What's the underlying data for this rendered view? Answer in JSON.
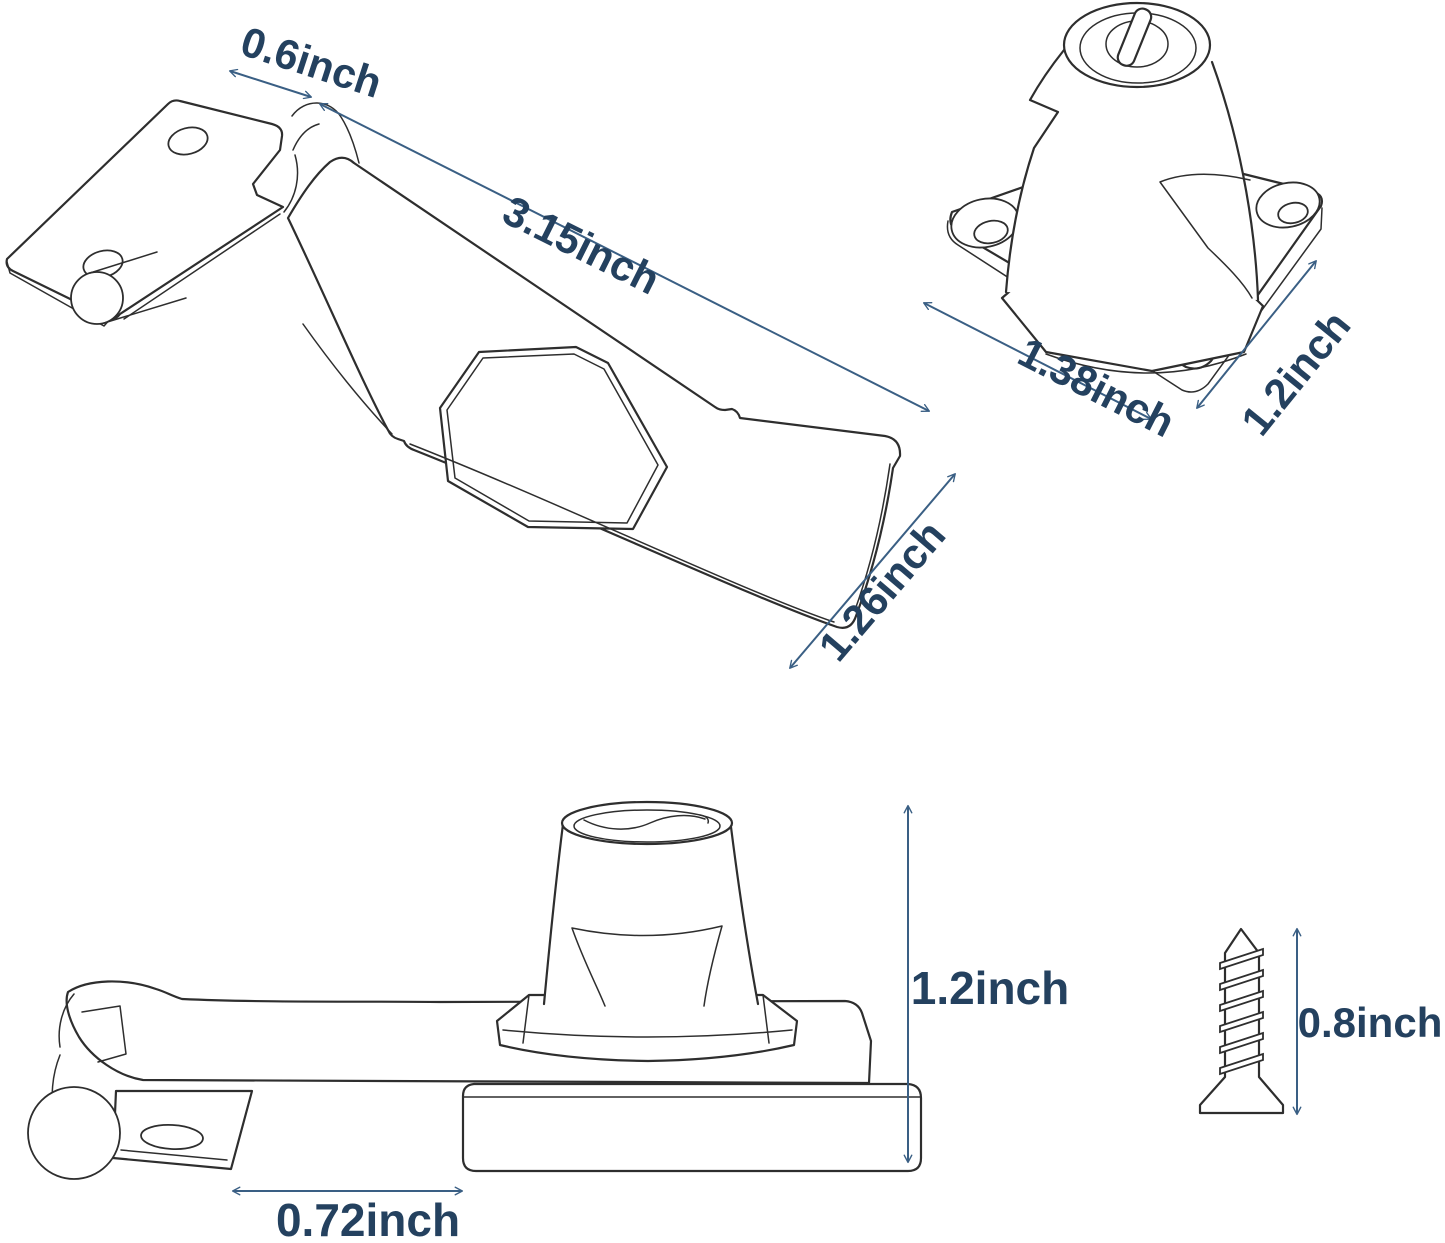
{
  "page": {
    "background": "#ffffff",
    "outline_color": "#2e2e2e",
    "dimension_line_color": "#3a5f84",
    "label_color": "#24415f"
  },
  "views": {
    "hasp_top": {
      "name": "hasp latch strap - top perspective view",
      "dimensions": {
        "hinge_width": {
          "label": "0.6inch"
        },
        "length": {
          "label": "3.15inch"
        },
        "width": {
          "label": "1.26inch"
        }
      }
    },
    "knob_top": {
      "name": "twist-knob lock body - three-quarter view",
      "dimensions": {
        "base_length": {
          "label": "1.38inch"
        },
        "base_depth": {
          "label": "1.2inch"
        }
      }
    },
    "assembly_side": {
      "name": "assembled hasp lock - side view",
      "dimensions": {
        "base_plate_length": {
          "label": "0.72inch"
        },
        "height": {
          "label": "1.2inch"
        }
      }
    },
    "screw": {
      "name": "mounting screw",
      "dimensions": {
        "length": {
          "label": "0.8inch"
        }
      }
    }
  }
}
